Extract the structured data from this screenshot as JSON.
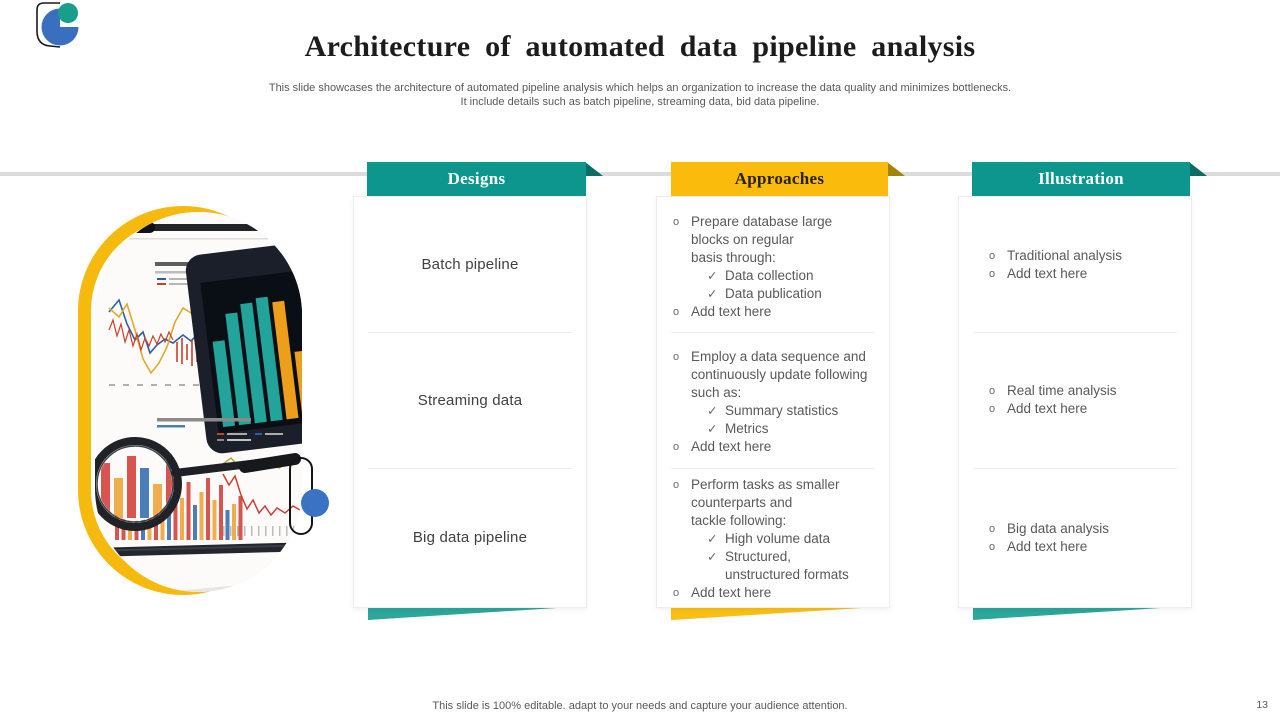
{
  "slide": {
    "title": "Architecture of automated data pipeline analysis",
    "subtitle_line1": "This slide showcases the architecture of automated  pipeline analysis which helps an organization to increase the data quality  and minimizes bottlenecks.",
    "subtitle_line2": "It include details such as batch pipeline, streaming data, bid data pipeline.",
    "footer": "This slide is 100% editable. adapt to your needs and capture your audience attention.",
    "page_number": "13"
  },
  "colors": {
    "teal": "#0D968D",
    "teal_dark": "#0A6E62",
    "teal_swoosh": "#2CA79B",
    "yellow": "#FBBB0C",
    "yellow_dark": "#A3840A",
    "accent_blue": "#3B73C4",
    "logo_blue": "#3A6FC0",
    "logo_teal": "#189E8A",
    "body_text": "#595959"
  },
  "designs": {
    "header": "Designs",
    "items": [
      "Batch pipeline",
      "Streaming data",
      "Big data pipeline"
    ]
  },
  "approaches": {
    "header": "Approaches",
    "sections": [
      {
        "lines": [
          {
            "b": "circle",
            "t": "Prepare database large"
          },
          {
            "b": "cont1",
            "t": "blocks on regular"
          },
          {
            "b": "cont1",
            "t": "basis through:"
          },
          {
            "b": "check",
            "t": "Data collection"
          },
          {
            "b": "check",
            "t": "Data publication"
          },
          {
            "b": "circle",
            "t": "Add text here"
          }
        ]
      },
      {
        "lines": [
          {
            "b": "circle",
            "t": "Employ a data sequence and"
          },
          {
            "b": "cont1",
            "t": "continuously update following"
          },
          {
            "b": "cont1",
            "t": "such as:"
          },
          {
            "b": "check",
            "t": "Summary statistics"
          },
          {
            "b": "check",
            "t": "Metrics"
          },
          {
            "b": "circle",
            "t": "Add text here"
          }
        ]
      },
      {
        "lines": [
          {
            "b": "circle",
            "t": "Perform tasks as smaller"
          },
          {
            "b": "cont1",
            "t": "counterparts and"
          },
          {
            "b": "cont1",
            "t": "tackle following:"
          },
          {
            "b": "check",
            "t": "High volume data"
          },
          {
            "b": "check",
            "t": "Structured,"
          },
          {
            "b": "cont2",
            "t": "unstructured formats"
          },
          {
            "b": "circle",
            "t": "Add text here"
          }
        ]
      }
    ]
  },
  "illustration": {
    "header": "Illustration",
    "sections": [
      {
        "lines": [
          {
            "b": "circle",
            "t": "Traditional analysis"
          },
          {
            "b": "circle",
            "t": "Add text here"
          }
        ]
      },
      {
        "lines": [
          {
            "b": "circle",
            "t": "Real time analysis"
          },
          {
            "b": "circle",
            "t": "Add text here"
          }
        ]
      },
      {
        "lines": [
          {
            "b": "circle",
            "t": "Big data analysis"
          },
          {
            "b": "circle",
            "t": "Add text here"
          }
        ]
      }
    ]
  }
}
